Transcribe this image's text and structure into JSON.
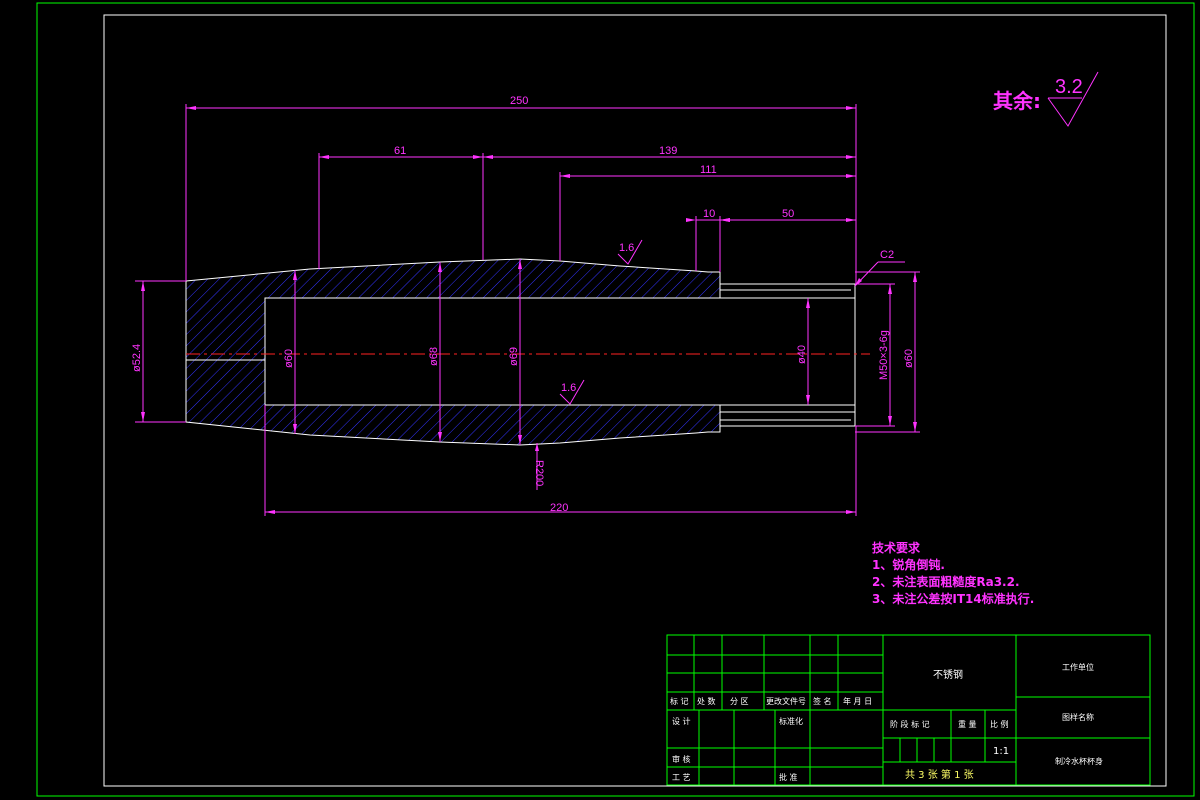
{
  "surface_note": {
    "label": "其余:",
    "value": "3.2"
  },
  "dimensions": {
    "d250": "250",
    "d61": "61",
    "d139": "139",
    "d111": "111",
    "d10": "10",
    "d50": "50",
    "d220": "220",
    "c2": "C2",
    "phi524": "ø52.4",
    "phi60_inner": "ø60",
    "phi68": "ø68",
    "phi69": "ø69",
    "phi40": "ø40",
    "thread": "M50×3-6g",
    "phi60_outer": "ø60",
    "r200": "R200",
    "rough_top": "1.6",
    "rough_mid": "1.6"
  },
  "tech_req": {
    "title": "技术要求",
    "item1": "1、锐角倒钝.",
    "item2": "2、未注表面粗糙度Ra3.2.",
    "item3": "3、未注公差按IT14标准执行."
  },
  "title_block": {
    "col_mark": "标 记",
    "col_count": "处 数",
    "col_zone": "分 区",
    "col_doc": "更改文件号",
    "col_sign": "签 名",
    "col_date": "年 月 日",
    "design": "设 计",
    "standardize": "标准化",
    "review": "审 核",
    "process": "工 艺",
    "approve": "批 准",
    "stage_mark": "阶 段 标 记",
    "weight": "重 量",
    "scale_label": "比 例",
    "scale_value": "1:1",
    "sheets": "共 3 张  第 1 张",
    "material": "不锈钢",
    "company": "工作单位",
    "drawing_name_label": "图样名称",
    "drawing_name": "制冷水杯杯身"
  },
  "colors": {
    "frame": "#00ff00",
    "border": "#ffffff",
    "dimension": "#ff33ff",
    "hatch": "#3333ff",
    "centerline": "#ff2222",
    "table_line": "#00ff00",
    "table_text": "#ffffff",
    "table_text_alt": "#ffff66"
  }
}
